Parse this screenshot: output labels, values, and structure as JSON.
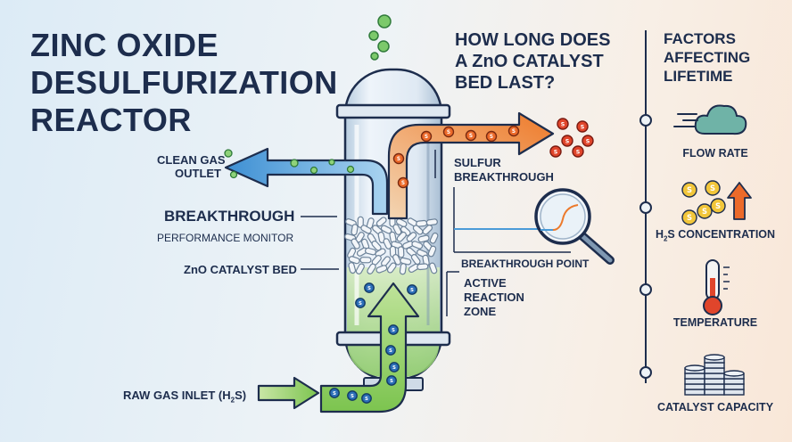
{
  "title": {
    "line1": "ZINC OXIDE",
    "line2": "DESULFURIZATION",
    "line3": "REACTOR"
  },
  "question": {
    "line1": "HOW LONG DOES",
    "line2": "A ZnO CATALYST",
    "line3": "BED LAST?"
  },
  "factors": {
    "title_line1": "FACTORS",
    "title_line2": "AFFECTING",
    "title_line3": "LIFETIME",
    "items": [
      {
        "label": "FLOW RATE",
        "icon": "cloud-wind-icon"
      },
      {
        "label": "CONCENTRATION",
        "prefix": "H",
        "sub": "2",
        "suffix": "S",
        "icon": "sulfur-arrow-up-icon"
      },
      {
        "label": "TEMPERATURE",
        "icon": "thermometer-icon"
      },
      {
        "label": "CATALYST CAPACITY",
        "icon": "coin-stacks-icon"
      }
    ]
  },
  "labels": {
    "clean_gas_1": "CLEAN GAS",
    "clean_gas_2": "OUTLET",
    "breakthrough": "BREAKTHROUGH",
    "performance_monitor": "PERFORMANCE MONITOR",
    "zno_bed": "ZnO CATALYST BED",
    "raw_gas_pre": "RAW GAS INLET (H",
    "raw_gas_sub": "2",
    "raw_gas_post": "S)",
    "sulfur_1": "SULFUR",
    "sulfur_2": "BREAKTHROUGH",
    "breakthrough_point": "BREAKTHROUGH POINT",
    "active_1": "ACTIVE",
    "active_2": "REACTION",
    "active_3": "ZONE",
    "sulfur_symbol": "S"
  },
  "colors": {
    "navy": "#1d2d4d",
    "clean_blue": "#4a9bd8",
    "raw_green": "#6abf4b",
    "sulfur_orange": "#ec7a2c",
    "sulfur_red": "#e0452b"
  }
}
